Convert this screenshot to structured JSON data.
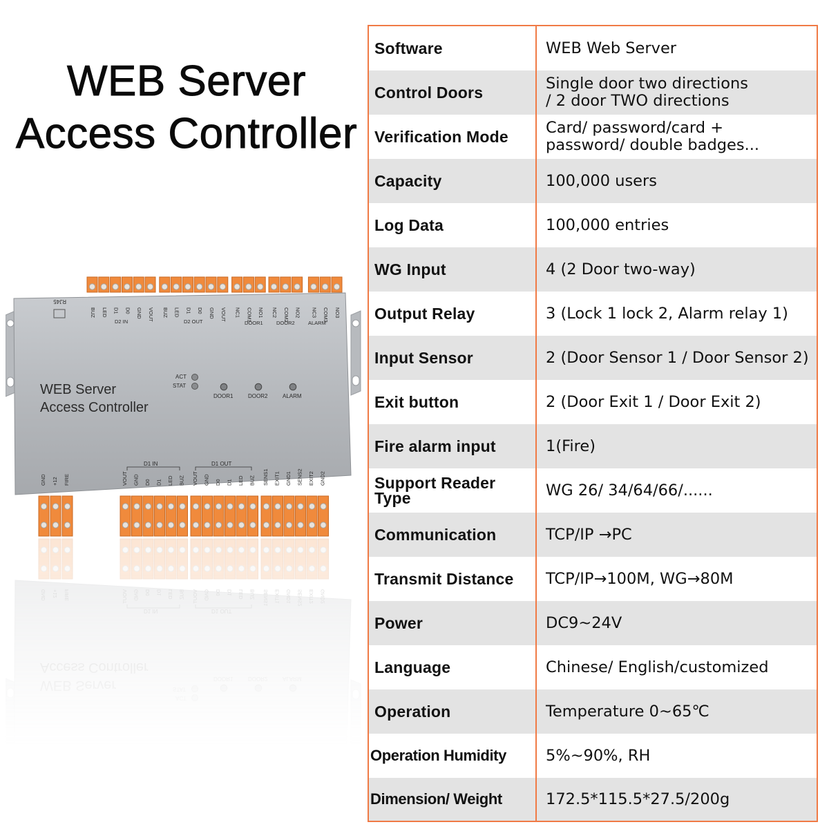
{
  "title": {
    "line1": "WEB Server",
    "line2": "Access Controller"
  },
  "device": {
    "label_line1": "WEB Server",
    "label_line2": "Access Controller",
    "rj45": "RJ45",
    "indicators": [
      "ACT",
      "STAT"
    ],
    "leds": [
      "DOOR1",
      "DOOR2",
      "ALARM"
    ],
    "top_terminals": [
      "BUZ",
      "LED",
      "D1",
      "D0",
      "GND",
      "VOUT",
      "BUZ",
      "LED",
      "D1",
      "D0",
      "GND",
      "VOUT",
      "NC1",
      "COM1",
      "NO1",
      "NC2",
      "COM2",
      "NO2",
      "NC3",
      "COM3",
      "NO3"
    ],
    "top_groups": [
      "D2 IN",
      "D2 OUT",
      "DOOR1",
      "DOOR2",
      "ALARM"
    ],
    "bottom_terminals": [
      "GND",
      "+12",
      "FIRE",
      "VOUT",
      "GND",
      "D0",
      "D1",
      "LED",
      "BUZ",
      "VOUT",
      "GND",
      "D0",
      "D1",
      "LED",
      "BUZ",
      "SENS1",
      "EXIT1",
      "GND1",
      "SENS2",
      "EXIT2",
      "GND2"
    ],
    "bottom_groups": [
      "D1 IN",
      "D1 OUT"
    ],
    "colors": {
      "body": "#b9bcc0",
      "terminal": "#f08a3c",
      "accent_border": "#f07a45"
    }
  },
  "specs": [
    {
      "label": "Software",
      "value": "WEB Web Server"
    },
    {
      "label": "Control Doors",
      "value": "Single door two directions\n/ 2 door TWO directions"
    },
    {
      "label": "Verification Mode",
      "value": "Card/ password/card +\npassword/ double badges..."
    },
    {
      "label": "Capacity",
      "value": "100,000 users"
    },
    {
      "label": "Log Data",
      "value": "100,000 entries"
    },
    {
      "label": "WG Input",
      "value": "4 (2 Door two-way)"
    },
    {
      "label": "Output Relay",
      "value": "3 (Lock 1 lock 2, Alarm relay 1)"
    },
    {
      "label": "Input Sensor",
      "value": "2 (Door Sensor 1 / Door Sensor 2)"
    },
    {
      "label": "Exit button",
      "value": "2 (Door Exit 1 / Door Exit 2)"
    },
    {
      "label": "Fire alarm input",
      "value": "1(Fire)"
    },
    {
      "label": "Support Reader Type",
      "value": "WG 26/ 34/64/66/......"
    },
    {
      "label": "Communication",
      "value": "TCP/IP →PC"
    },
    {
      "label": "Transmit Distance",
      "value": "TCP/IP→100M, WG→80M"
    },
    {
      "label": "Power",
      "value": "DC9~24V"
    },
    {
      "label": "Language",
      "value": "Chinese/ English/customized"
    },
    {
      "label": "Operation",
      "value": "Temperature 0~65℃"
    },
    {
      "label": "Operation Humidity",
      "value": "5%~90%, RH"
    },
    {
      "label": "Dimension/ Weight",
      "value": "172.5*115.5*27.5/200g"
    }
  ]
}
